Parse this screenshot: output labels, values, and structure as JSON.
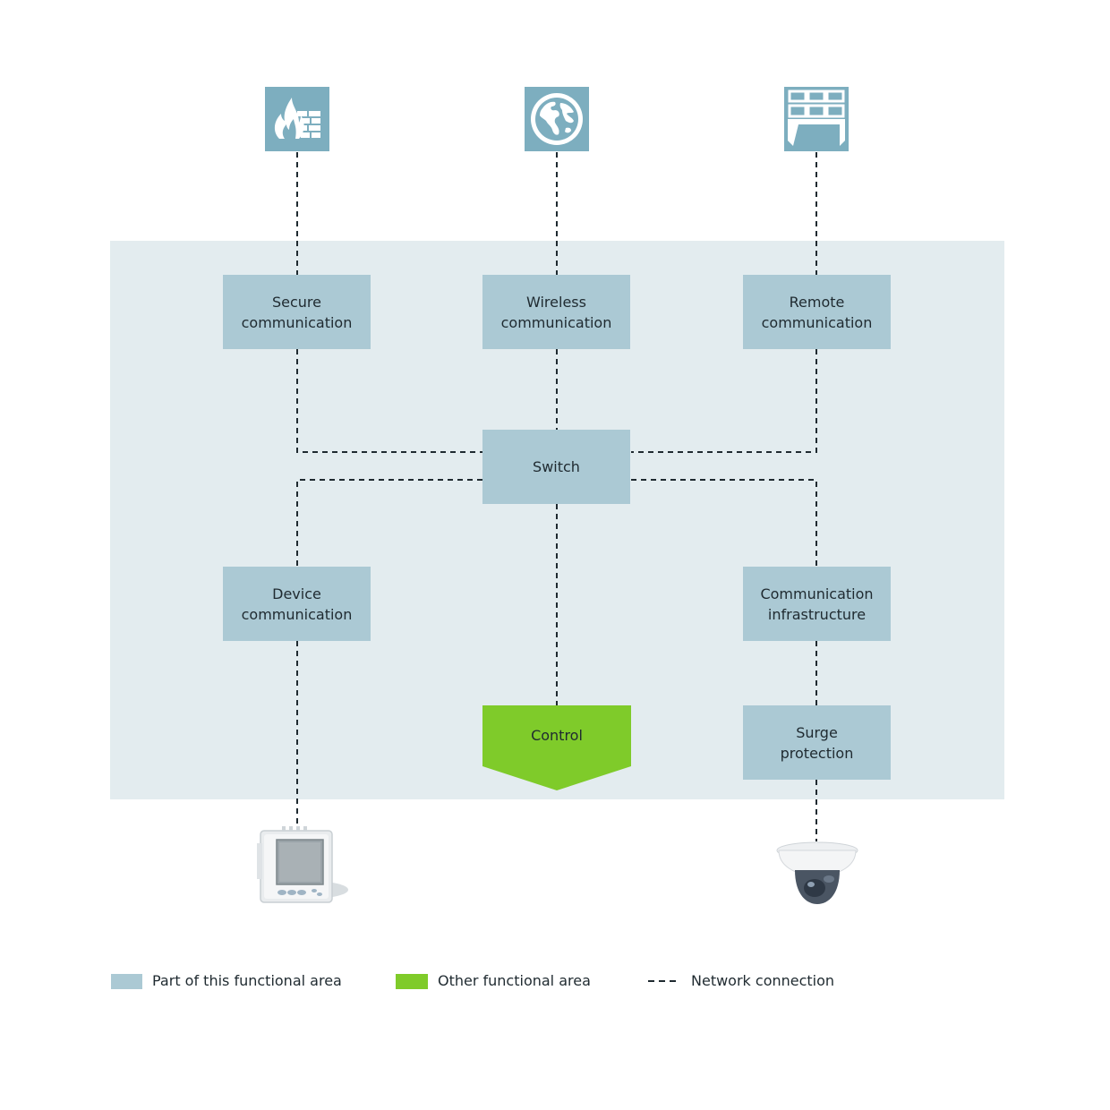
{
  "boxes": {
    "secure": {
      "line1": "Secure",
      "line2": "communication"
    },
    "wireless": {
      "line1": "Wireless",
      "line2": "communication"
    },
    "remote": {
      "line1": "Remote",
      "line2": "communication"
    },
    "switch": {
      "line1": "Switch"
    },
    "device": {
      "line1": "Device",
      "line2": "communication"
    },
    "infra": {
      "line1": "Communication",
      "line2": "infrastructure"
    },
    "control": {
      "label": "Control"
    },
    "surge": {
      "line1": "Surge",
      "line2": "protection"
    }
  },
  "icons": {
    "firewall": "firewall-icon",
    "globe": "globe-icon",
    "video_wall": "video-wall-icon"
  },
  "devices": {
    "meter": "power-meter-device",
    "camera": "dome-camera-device"
  },
  "legend": {
    "part": "Part of this functional area",
    "other": "Other functional area",
    "network": "Network connection"
  },
  "colors": {
    "part": "#abc9d4",
    "other": "#7fcb2a",
    "area_background": "#e3ecef",
    "icon_tile": "#7daebf"
  }
}
